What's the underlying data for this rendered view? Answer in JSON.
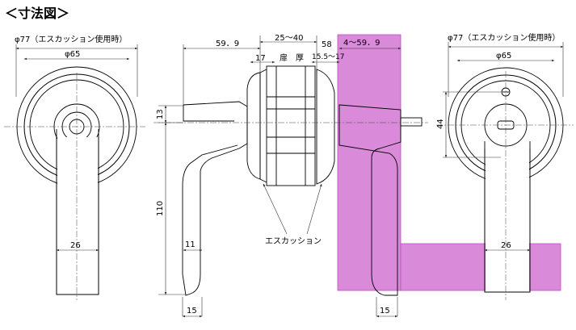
{
  "title": "＜寸法図＞",
  "front_view_left": {
    "dia_outer": "φ77（エスカッション使用時）",
    "dia_inner": "φ65",
    "lever_width": "26"
  },
  "side_view": {
    "overall_width": "59．9",
    "door_thickness_range": "25～40",
    "backset_label": "58",
    "projection_range": "4～59．9",
    "rose_17": "17",
    "door_thickness_label": "扉　厚",
    "range_15_5_17": "15.5～17",
    "height_13": "13",
    "height_110": "110",
    "lever_11": "11",
    "escutcheon_label": "エスカッション",
    "bottom_left_15": "15",
    "bottom_right_15": "15"
  },
  "front_view_right": {
    "dia_outer": "φ77（エスカッション使用時）",
    "dia_inner": "φ65",
    "height_44": "44",
    "lever_width": "26"
  },
  "colors": {
    "door_fill": "#d98ad9",
    "door_stroke": "#c04cc0",
    "line": "#000000"
  }
}
